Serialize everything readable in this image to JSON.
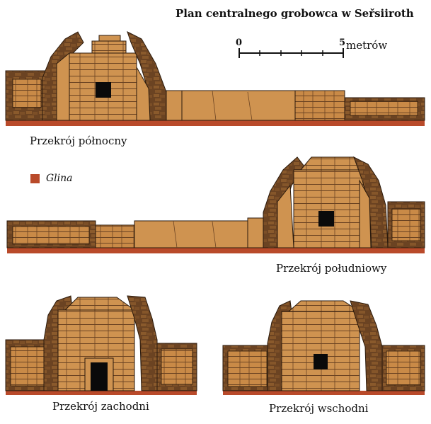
{
  "title": "Plan centralnego grobowca w Seřsiiroth",
  "scale": {
    "start": "0",
    "end": "5",
    "unit": "metrów"
  },
  "legend": {
    "label": "Glina",
    "color": "#b94a2a"
  },
  "sections": {
    "north": "Przekrój północny",
    "south": "Przekrój południowy",
    "west": "Przekrój zachodni",
    "east": "Przekrój wschodni"
  },
  "colors": {
    "stone": "#cf9350",
    "stone_dark": "#9b6630",
    "rubble": "#6b4322",
    "outline": "#2b1a0c",
    "clay": "#b94a2a",
    "opening": "#0a0a0a"
  }
}
